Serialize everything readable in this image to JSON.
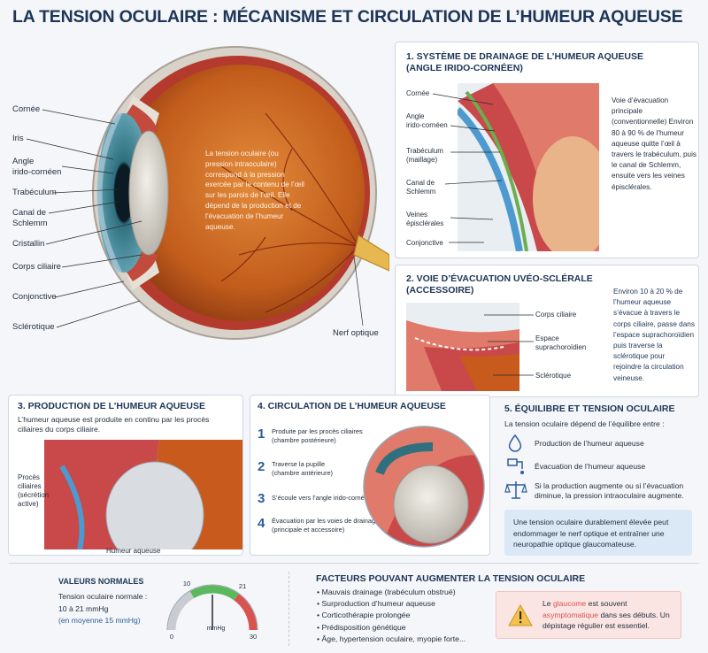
{
  "title": "LA TENSION OCULAIRE : MÉCANISME ET CIRCULATION DE L’HUMEUR AQUEUSE",
  "main_eye": {
    "labels": [
      "Cornée",
      "Iris",
      "Angle\niridо-cornéen",
      "Trabéculum",
      "Canal de\nSchlemm",
      "Cristallin",
      "Corps ciliaire",
      "Conjonctive",
      "Sclérotique"
    ],
    "optic_nerve": "Nerf optique",
    "description": "La tension oculaire (ou pression intraoculaire) correspond à la pression exercée par le contenu de l’œil sur les parois de l’œil. Elle dépend de la production et de l’évacuation de l’humeur aqueuse."
  },
  "panel1": {
    "title": "1. SYSTÈME DE DRAINAGE DE L’HUMEUR AQUEUSE",
    "subtitle": "(ANGLE IRIDO-CORNÉEN)",
    "labels": [
      "Cornée",
      "Angle\nirido-cornéen",
      "Trabéculum\n(maillage)",
      "Canal de\nSchlemm",
      "Veines\népisclérales",
      "Conjonctive"
    ],
    "description": "Voie d’évacuation principale (conventionnelle) Environ 80 à 90 % de l’humeur aqueuse quitte l’œil à travers le trabéculum, puis le canal de Schlemm, ensuite vers les veines épisclérales."
  },
  "panel2": {
    "title": "2. VOIE D’ÉVACUATION UVÉO-SCLÉRALE",
    "subtitle": "(ACCESSOIRE)",
    "labels": [
      "Corps ciliaire",
      "Espace\nsuprachoroïdien",
      "Sclérotique"
    ],
    "description": "Environ 10 à 20 % de l’humeur aqueuse s’évacue à travers le corps ciliaire, passe dans l’espace suprachoroïdien puis traverse la sclérotique pour rejoindre la circulation veineuse."
  },
  "panel3": {
    "title": "3. PRODUCTION DE L’HUMEUR AQUEUSE",
    "description": "L’humeur aqueuse est produite en continu par les procès ciliaires du corps ciliaire.",
    "label_process": "Procès\nciliaires\n(sécrétion\nactive)",
    "label_humor": "Humeur aqueuse"
  },
  "panel4": {
    "title": "4. CIRCULATION DE L’HUMEUR AQUEUSE",
    "steps": [
      {
        "num": "1",
        "text": "Produite par les procès ciliaires\n(chambre postérieure)"
      },
      {
        "num": "2",
        "text": "Traverse la pupille\n(chambre antérieure)"
      },
      {
        "num": "3",
        "text": "S’écoule vers l’angle irido-cornéen"
      },
      {
        "num": "4",
        "text": "Évacuation par les voies de drainage\n(principale et accessoire)"
      }
    ]
  },
  "panel5": {
    "title": "5. ÉQUILIBRE ET TENSION OCULAIRE",
    "intro": "La tension oculaire dépend de l’équilibre entre :",
    "items": [
      "Production de l’humeur aqueuse",
      "Évacuation de l’humeur aqueuse",
      "Si la production augmente ou si l’évacuation diminue, la pression intraoculaire augmente."
    ],
    "note": "Une tension oculaire durablement élevée peut endommager le nerf optique et entraîner une neuropathie optique glaucomateuse."
  },
  "normal_values": {
    "title": "VALEURS NORMALES",
    "line1": "Tension oculaire normale :",
    "line2": "10 à 21 mmHg",
    "line3": "(en moyenne 15 mmHg)",
    "gauge": {
      "ticks": [
        "0",
        "10",
        "21",
        "30"
      ],
      "unit": "mmHg",
      "min": 0,
      "max": 30,
      "normal_range": [
        10,
        21
      ],
      "needle_value": 15,
      "colors": {
        "normal": "#5cb85c",
        "high": "#d9534f",
        "low": "#c8ccd2"
      }
    }
  },
  "factors": {
    "title": "FACTEURS POUVANT AUGMENTER LA TENSION OCULAIRE",
    "items": [
      "Mauvais drainage (trabéculum obstrué)",
      "Surproduction d’humeur aqueuse",
      "Corticothérapie prolongée",
      "Prédisposition génétique",
      "Âge, hypertension oculaire, myopie forte..."
    ]
  },
  "warning": {
    "pre": "Le ",
    "word1": "glaucome",
    "mid": " est souvent ",
    "word2": "asymptomatique",
    "post": " dans ses débuts. Un dépistage régulier est essentiel.",
    "accent": "#d9534f"
  }
}
